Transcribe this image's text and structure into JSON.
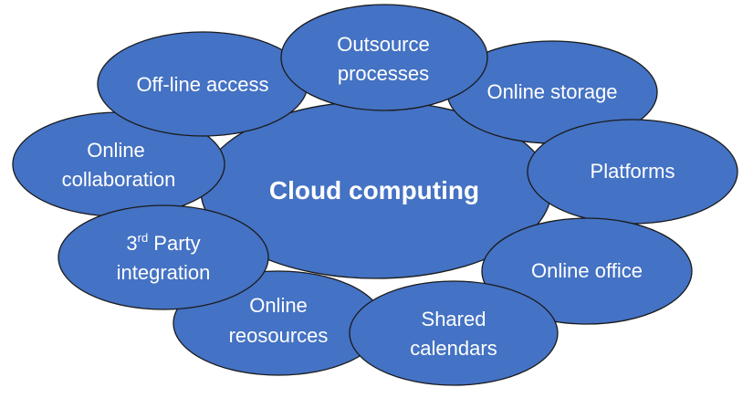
{
  "diagram": {
    "title": "Cloud computing",
    "center": {
      "label": "Cloud computing"
    },
    "colors": {
      "bubble_fill": "#4472c4",
      "bubble_stroke": "#1a1a1a",
      "text": "#ffffff",
      "background": "#ffffff"
    },
    "nodes": [
      {
        "id": "offline",
        "lines": [
          "Off-line access"
        ]
      },
      {
        "id": "online-collab",
        "lines": [
          "Online",
          "collaboration"
        ]
      },
      {
        "id": "third-party",
        "lines": [
          "3",
          "rd",
          " Party",
          "integration"
        ]
      },
      {
        "id": "online-resources",
        "lines": [
          "Online",
          "reosources"
        ]
      },
      {
        "id": "shared-calendars",
        "lines": [
          "Shared",
          "calendars"
        ]
      },
      {
        "id": "online-office",
        "lines": [
          "Online office"
        ]
      },
      {
        "id": "platforms",
        "lines": [
          "Platforms"
        ]
      },
      {
        "id": "online-storage",
        "lines": [
          "Online storage"
        ]
      },
      {
        "id": "outsource",
        "lines": [
          "Outsource",
          "processes"
        ]
      }
    ]
  }
}
